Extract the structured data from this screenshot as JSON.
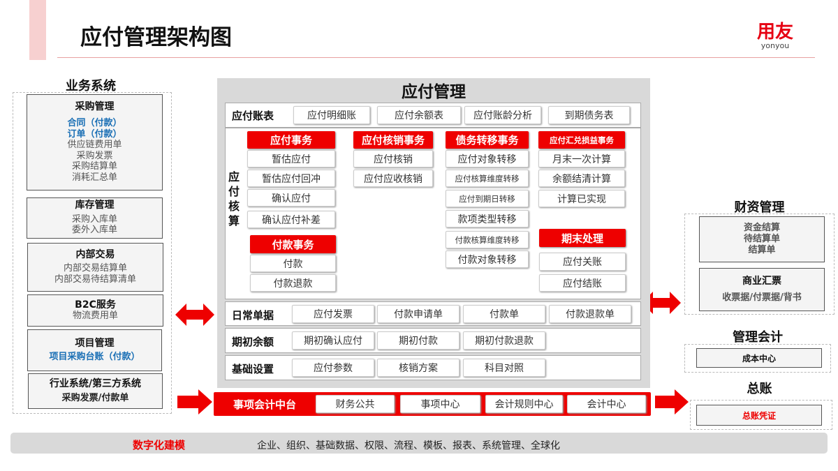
{
  "header": {
    "title": "应付管理架构图",
    "logo": "用友",
    "logo_sub": "yonyou"
  },
  "left": {
    "title": "业务系统",
    "groups": [
      {
        "title": "采购管理",
        "items": [
          "合同（付款）",
          "订单（付款）",
          "供应链费用单",
          "采购发票",
          "采购结算单",
          "消耗汇总单"
        ]
      },
      {
        "title": "库存管理",
        "items": [
          "采购入库单",
          "委外入库单"
        ]
      },
      {
        "title": "内部交易",
        "items": [
          "内部交易结算单",
          "内部交易待结算清单"
        ]
      },
      {
        "title": "B2C服务",
        "items": [
          "物流费用单"
        ]
      },
      {
        "title": "项目管理",
        "items": [
          "项目采购台账（付款）"
        ]
      },
      {
        "title": "行业系统/第三方系统",
        "items": [
          "采购发票/付款单"
        ]
      }
    ]
  },
  "center": {
    "title": "应付管理",
    "reports": {
      "label": "应付账表",
      "items": [
        "应付明细账",
        "应付余额表",
        "应付账龄分析",
        "到期债务表"
      ]
    },
    "accounting": {
      "label": "应付核算",
      "ap_tx": {
        "title": "应付事务",
        "items": [
          "暂估应付",
          "暂估应付回冲",
          "确认应付",
          "确认应付补差"
        ]
      },
      "pay_tx": {
        "title": "付款事务",
        "items": [
          "付款",
          "付款退款"
        ]
      },
      "verify_tx": {
        "title": "应付核销事务",
        "items": [
          "应付核销",
          "应付应收核销"
        ]
      },
      "transfer_tx": {
        "title": "债务转移事务",
        "items": [
          "应付对象转移",
          "应付核算维度转移",
          "应付到期日转移",
          "款项类型转移",
          "付款核算维度转移",
          "付款对象转移"
        ]
      },
      "fx_tx": {
        "title": "应付汇兑损益事务",
        "items": [
          "月末一次计算",
          "余额结清计算",
          "计算已实现"
        ]
      },
      "period_end": {
        "title": "期末处理",
        "items": [
          "应付关账",
          "应付结账"
        ]
      }
    },
    "daily": {
      "label": "日常单据",
      "items": [
        "应付发票",
        "付款申请单",
        "付款单",
        "付款退款单"
      ]
    },
    "opening": {
      "label": "期初余额",
      "items": [
        "期初确认应付",
        "期初付款",
        "期初付款退款"
      ]
    },
    "settings": {
      "label": "基础设置",
      "items": [
        "应付参数",
        "核销方案",
        "科目对照"
      ]
    }
  },
  "middle_platform": {
    "label": "事项会计中台",
    "items": [
      "财务公共",
      "事项中心",
      "会计规则中心",
      "会计中心"
    ]
  },
  "right": {
    "treasury": {
      "title": "财资管理",
      "box1": [
        "资金结算",
        "待结算单",
        "结算单"
      ],
      "box2_title": "商业汇票",
      "box2_item": "收票据/付票据/背书"
    },
    "mgmt": {
      "title": "管理会计",
      "item": "成本中心"
    },
    "gl": {
      "title": "总账",
      "item": "总账凭证"
    }
  },
  "bottom": {
    "label": "数字化建模",
    "text": "企业、组织、基础数据、权限、流程、模板、报表、系统管理、全球化"
  },
  "colors": {
    "accent": "#ee0000",
    "panel": "#d9d9d9",
    "link": "#1a6fb5"
  }
}
